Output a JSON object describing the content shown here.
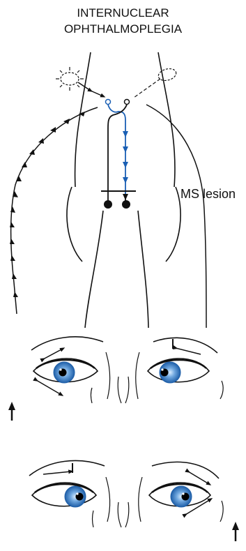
{
  "title": {
    "line1": "INTERNUCLEAR",
    "line2": "OPHTHALMOPLEGIA"
  },
  "lesion_label": "MS lesion",
  "colors": {
    "ink": "#111111",
    "pathway_blue": "#1a5fb4",
    "iris_blue": "#3f7fc7",
    "iris_light": "#9cc3ea",
    "pupil": "#000000"
  },
  "icons": {
    "light_source": "sun-icon",
    "dark_source": "dashed-cloud-icon",
    "gaze_arrow_left_eye": "up-arrow-icon",
    "gaze_arrow_right_eye": "up-arrow-icon"
  }
}
